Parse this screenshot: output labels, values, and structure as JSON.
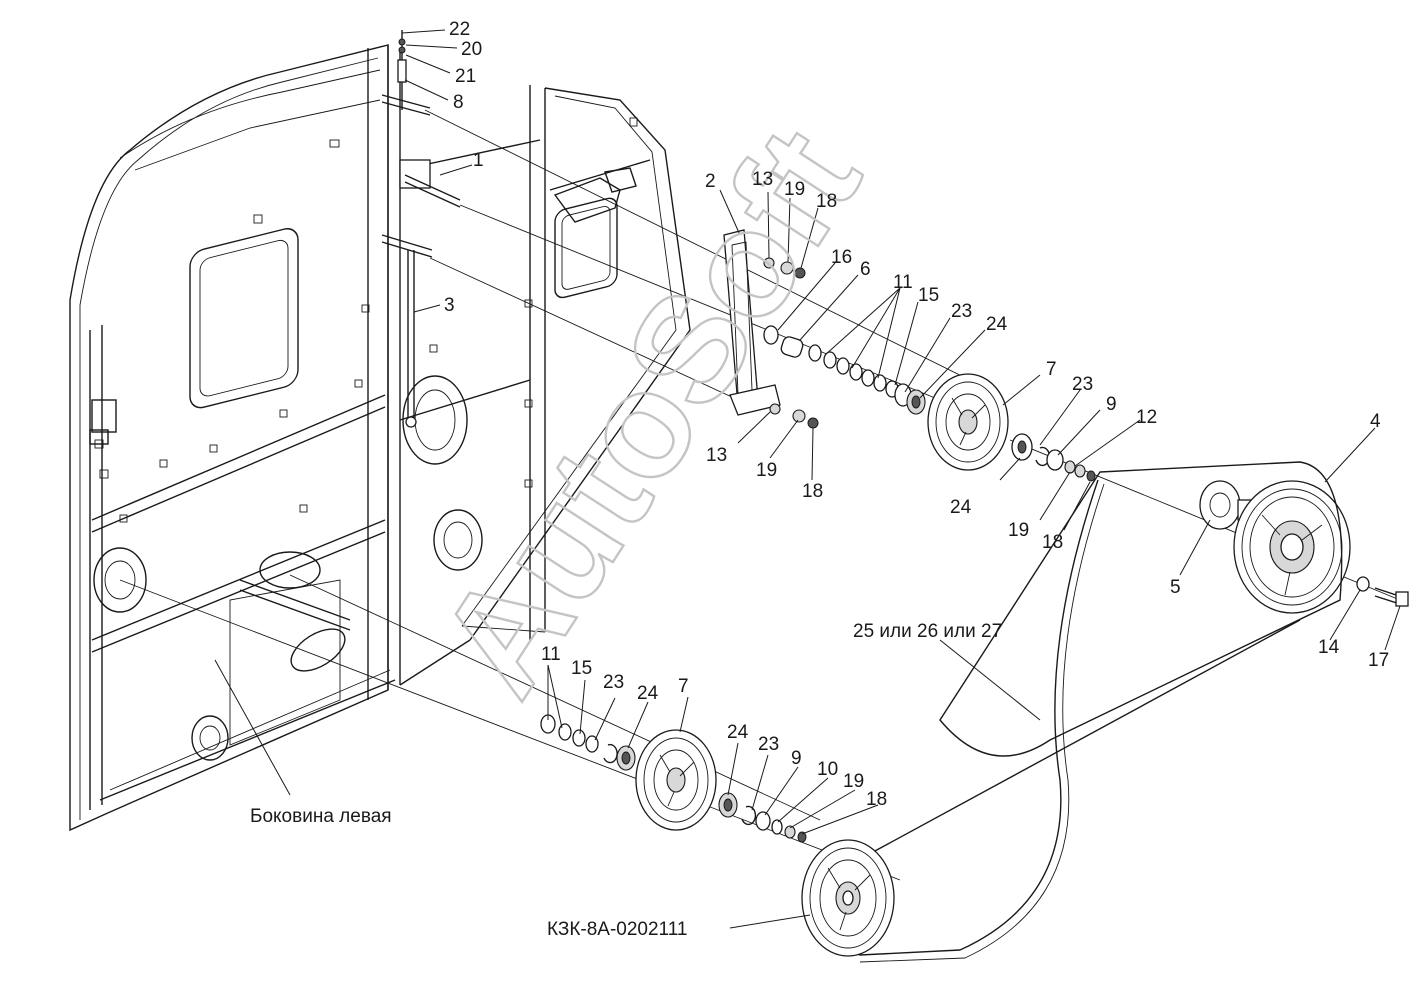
{
  "watermark": "AutoSoft",
  "labels": {
    "l22": "22",
    "l20": "20",
    "l21": "21",
    "l8": "8",
    "l1": "1",
    "l3": "3",
    "l2": "2",
    "l13a": "13",
    "l19a": "19",
    "l18a": "18",
    "l16": "16",
    "l6": "6",
    "l11a": "11",
    "l15a": "15",
    "l23a": "23",
    "l24a": "24",
    "l7a": "7",
    "l23b": "23",
    "l9a": "9",
    "l12": "12",
    "l4": "4",
    "l13b": "13",
    "l19b": "19",
    "l18b": "18",
    "l24b": "24",
    "l19c": "19",
    "l18c": "18",
    "l5": "5",
    "l14": "14",
    "l17": "17",
    "l25": "25 или 26 или 27",
    "l11b": "11",
    "l15b": "15",
    "l23c": "23",
    "l24c": "24",
    "l7b": "7",
    "l24d": "24",
    "l23d": "23",
    "l9b": "9",
    "l10": "10",
    "l19d": "19",
    "l18d": "18"
  },
  "captions": {
    "side_panel": "Боковина левая",
    "pulley_part": "КЗК-8А-0202111"
  }
}
